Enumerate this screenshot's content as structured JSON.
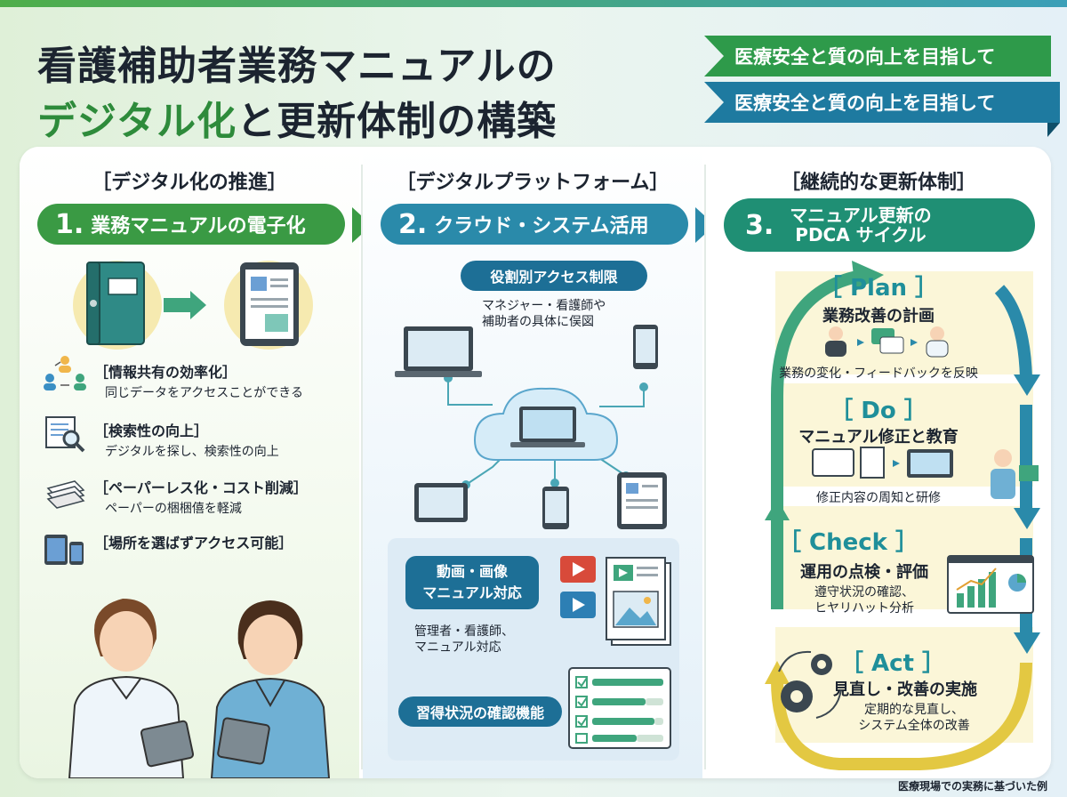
{
  "title": {
    "line1": "看護補助者業務マニュアルの",
    "line2_highlight": "デジタル化",
    "line2_rest": "と更新体制の構築"
  },
  "ribbons": [
    "医療安全と質の向上を目指して",
    "医療安全と質の向上を目指して"
  ],
  "columns": [
    {
      "heading": "［デジタル化の推進］",
      "step_number": "1.",
      "step_title": "業務マニュアルの電子化",
      "items": [
        {
          "icon": "people-share-icon",
          "title": "［情報共有の効率化］",
          "desc": "同じデータをアクセスことができる"
        },
        {
          "icon": "search-document-icon",
          "title": "［検索性の向上］",
          "desc": "デジタルを探し、検索性の向上"
        },
        {
          "icon": "paper-stack-icon",
          "title": "［ペーパーレス化・コスト削減］",
          "desc": "ペーパーの梱梱僖を軽減"
        },
        {
          "icon": "devices-icon",
          "title": "［場所を選ばずアクセス可能］",
          "desc": ""
        }
      ]
    },
    {
      "heading": "［デジタルプラットフォーム］",
      "step_number": "2.",
      "step_title": "クラウド・システム活用",
      "access_title": "役割別アクセス制限",
      "access_desc_1": "マネジャー・看護師や",
      "access_desc_2": "補助者の具体に俣図",
      "media_title_1": "動画・画像",
      "media_title_2": "マニュアル対応",
      "media_desc_1": "管理者・看護師、",
      "media_desc_2": "マニュアル対応",
      "progress_title": "習得状況の確認機能"
    },
    {
      "heading": "［継続的な更新体制］",
      "step_number": "3.",
      "step_title_1": "マニュアル更新の",
      "step_title_2": "PDCA サイクル",
      "phases": [
        {
          "label": "［ Plan ］",
          "title": "業務改善の計画",
          "desc_1": "業務の変化・フィードバックを反映",
          "desc_2": ""
        },
        {
          "label": "［ Do ］",
          "title": "マニュアル修正と教育",
          "desc_1": "修正内容の周知と研修",
          "desc_2": ""
        },
        {
          "label": "［ Check ］",
          "title": "運用の点検・評価",
          "desc_1": "遵守状況の確認、",
          "desc_2": "ヒヤリハット分析"
        },
        {
          "label": "［ Act ］",
          "title": "見直し・改善の実施",
          "desc_1": "定期的な見直し、",
          "desc_2": "システム全体の改善"
        }
      ]
    }
  ],
  "footnote": "医療現場での実務に基づいた例",
  "colors": {
    "green": "#3a9a44",
    "blue": "#2a8aaa",
    "teal": "#1f8f74",
    "navy": "#1d6f96"
  }
}
